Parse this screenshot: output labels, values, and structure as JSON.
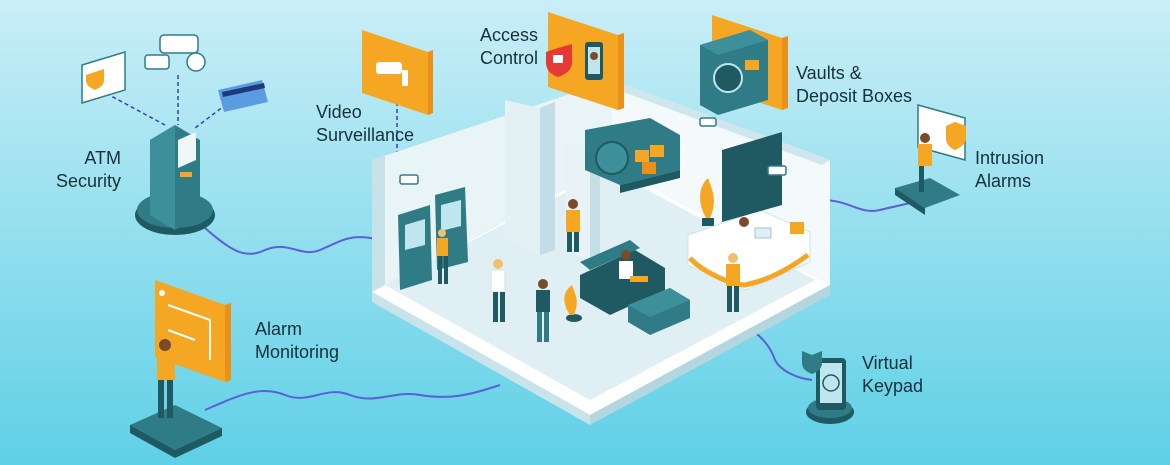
{
  "colors": {
    "bg_top": "#c9eef7",
    "bg_bottom": "#5fd0e6",
    "accent": "#f5a623",
    "accent_dark": "#e8901a",
    "teal": "#2f7c86",
    "teal_dark": "#1f5a63",
    "line": "#5b5fd8",
    "text": "#17303a"
  },
  "labels": {
    "atm": [
      "ATM",
      "Security"
    ],
    "video": [
      "Video",
      "Surveillance"
    ],
    "access": [
      "Access",
      "Control"
    ],
    "vaults": [
      "Vaults &",
      "Deposit Boxes"
    ],
    "intrusion": [
      "Intrusion",
      "Alarms"
    ],
    "alarm": [
      "Alarm",
      "Monitoring"
    ],
    "keypad": [
      "Virtual",
      "Keypad"
    ]
  },
  "icons": {
    "atm": "atm-machine-icon",
    "video": "security-camera-icon",
    "access": "lock-phone-icon",
    "vaults": "vault-safe-icon",
    "intrusion": "keypad-shield-icon",
    "alarm": "floor-plan-icon",
    "keypad": "fingerprint-phone-icon"
  }
}
